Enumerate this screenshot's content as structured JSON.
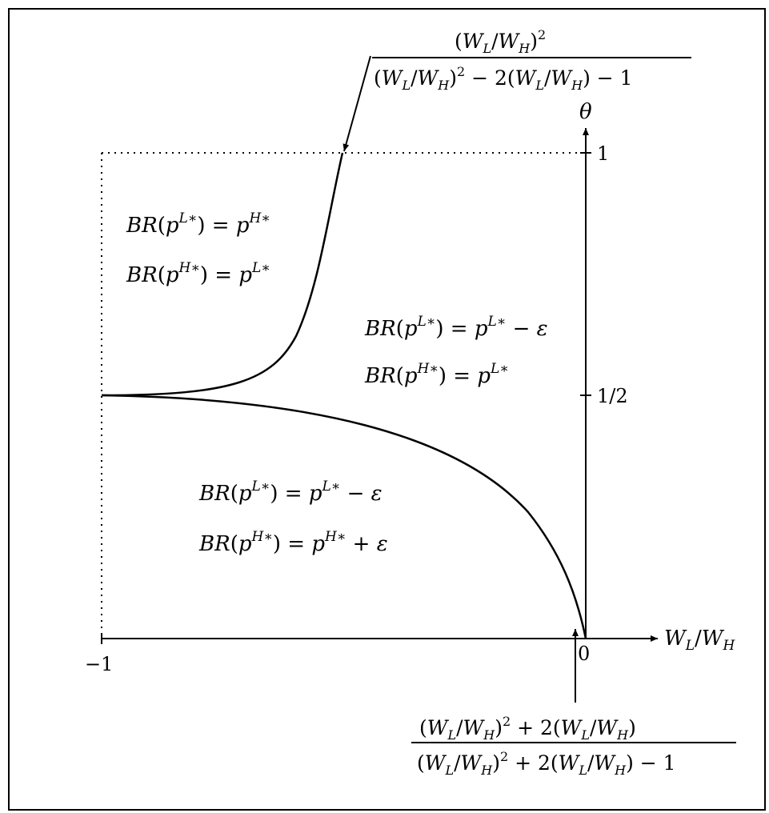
{
  "axes": {
    "x_label": "W_L/W_H",
    "y_label": "θ",
    "x_ticks": [
      "−1",
      "0"
    ],
    "y_ticks": [
      "1",
      "1/2"
    ]
  },
  "annotations": {
    "top": {
      "numerator": "(W_L/W_H)²",
      "denominator": "(W_L/W_H)² − 2(W_L/W_H) − 1"
    },
    "bottom": {
      "numerator": "(W_L/W_H)² + 2(W_L/W_H)",
      "denominator": "(W_L/W_H)² + 2(W_L/W_H) − 1"
    }
  },
  "regions": {
    "upper_left": {
      "line1": "BR(p^{L*}) = p^{H*}",
      "line2": "BR(p^{H*}) = p^{L*}"
    },
    "right": {
      "line1": "BR(p^{L*}) = p^{L*} − ε",
      "line2": "BR(p^{H*}) = p^{L*}"
    },
    "lower": {
      "line1": "BR(p^{L*}) = p^{L*} − ε",
      "line2": "BR(p^{H*}) = p^{H*} + ε"
    }
  }
}
